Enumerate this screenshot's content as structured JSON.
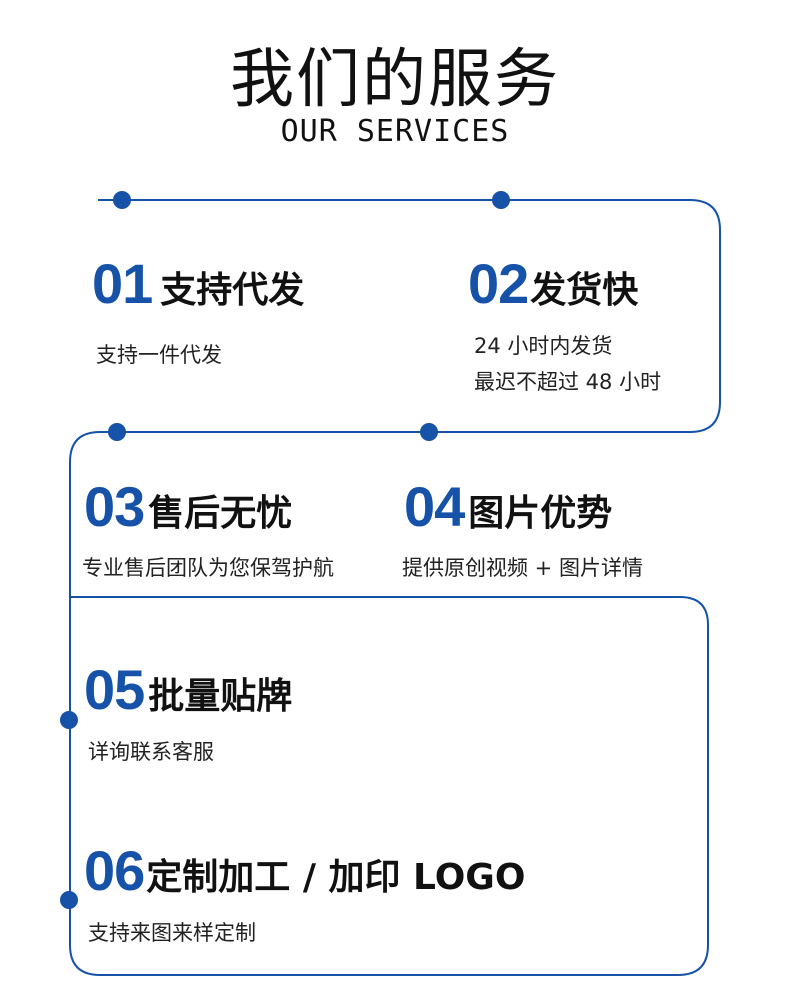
{
  "page": {
    "title": "我们的服务",
    "subtitle": "OUR SERVICES"
  },
  "colors": {
    "accent": "#1652a8",
    "text": "#111111"
  },
  "services": [
    {
      "num": "01",
      "title": "支持代发",
      "desc": [
        "支持一件代发"
      ]
    },
    {
      "num": "02",
      "title": "发货快",
      "desc": [
        "24 小时内发货",
        "最迟不超过 48 小时"
      ]
    },
    {
      "num": "03",
      "title": "售后无忧",
      "desc": [
        "专业售后团队为您保驾护航"
      ]
    },
    {
      "num": "04",
      "title": "图片优势",
      "desc": [
        "提供原创视频 + 图片详情"
      ]
    },
    {
      "num": "05",
      "title": "批量贴牌",
      "desc": [
        "详询联系客服"
      ]
    },
    {
      "num": "06",
      "title": "定制加工 / 加印 LOGO",
      "desc": [
        "支持来图来样定制"
      ]
    }
  ]
}
